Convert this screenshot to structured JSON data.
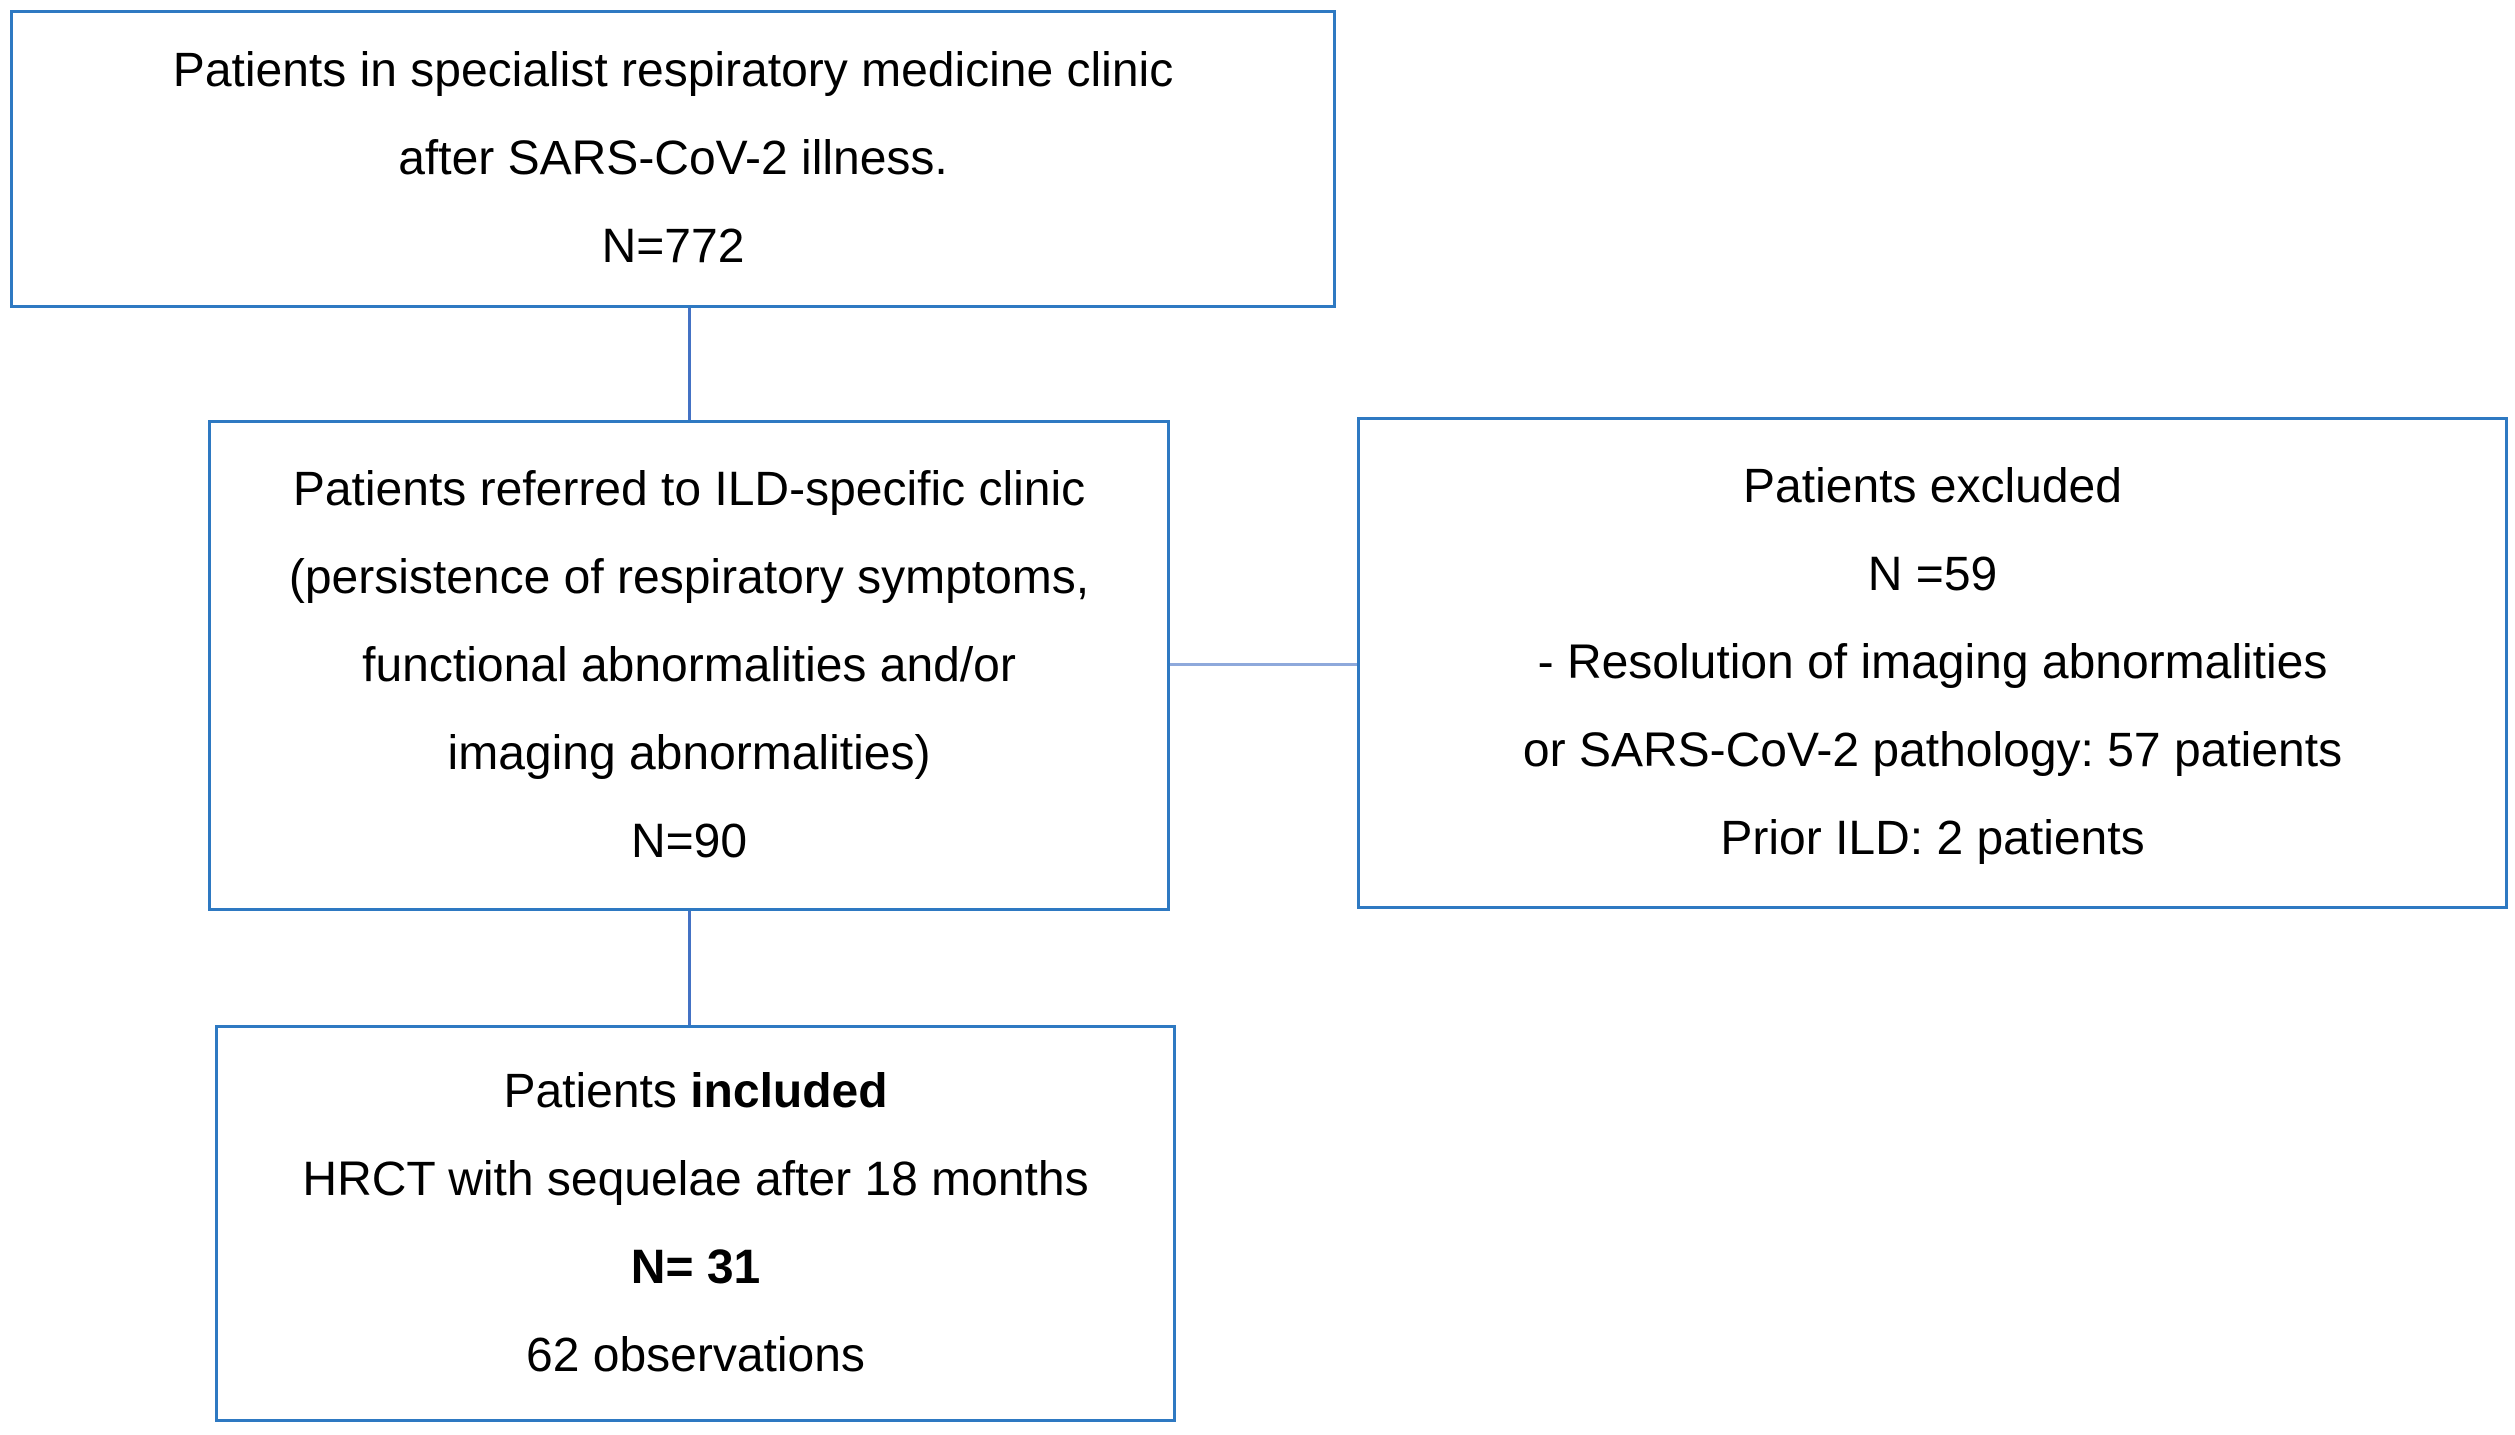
{
  "colors": {
    "background": "#ffffff",
    "text": "#000000",
    "box_border": "#2e79c2",
    "connector_vertical": "#4472c4",
    "connector_horizontal": "#8ea9db"
  },
  "boxes": {
    "clinic": {
      "lines": [
        "Patients in specialist respiratory medicine clinic",
        "after SARS-CoV-2 illness.",
        "N=772"
      ]
    },
    "referred": {
      "lines": [
        "Patients referred to ILD-specific clinic",
        "(persistence of respiratory symptoms,",
        "functional abnormalities and/or",
        "imaging abnormalities)",
        "N=90"
      ]
    },
    "excluded": {
      "lines": [
        "Patients excluded",
        "N =59",
        "- Resolution of imaging abnormalities",
        "or SARS-CoV-2 pathology: 57 patients",
        "Prior ILD: 2 patients"
      ]
    },
    "included": {
      "line1_prefix": "Patients ",
      "line1_bold": "included",
      "line2": "HRCT with sequelae after 18 months",
      "line3_bold": "N= 31",
      "line4": "62 observations"
    }
  }
}
